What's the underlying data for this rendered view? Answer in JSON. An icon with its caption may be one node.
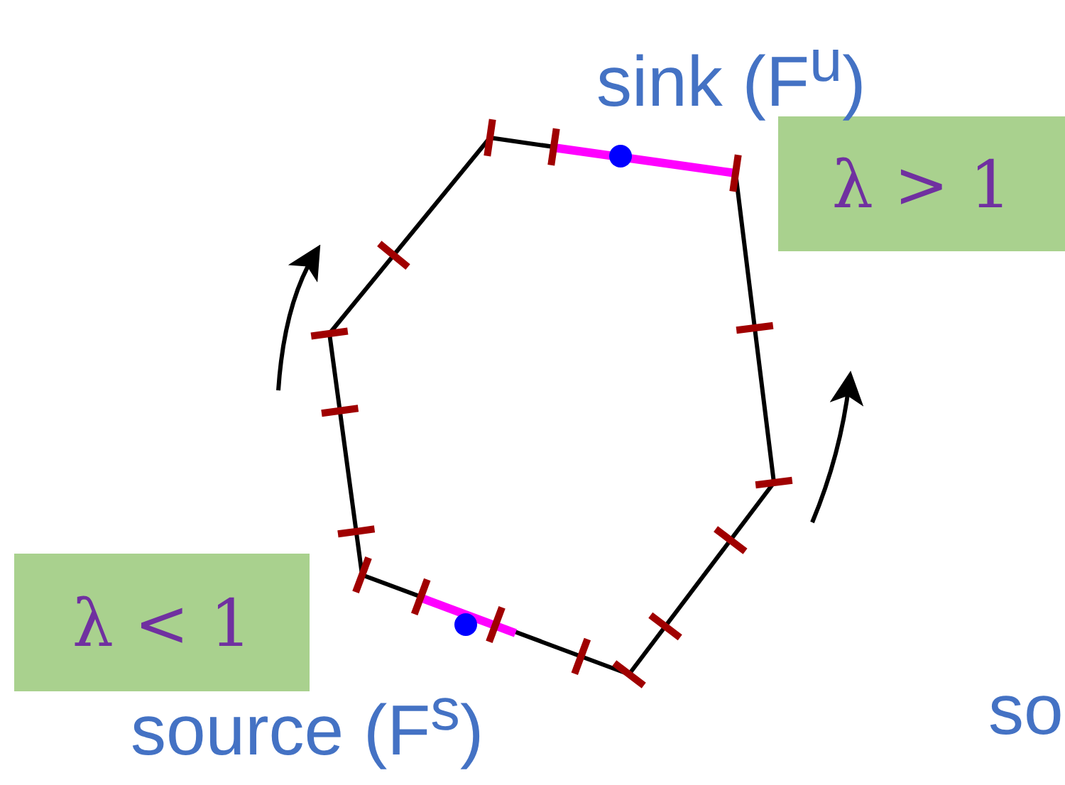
{
  "diagram": {
    "nodes": [
      {
        "text": [
          "λ > 1"
        ]
      },
      {
        "text": [
          "λ < 1"
        ]
      }
    ],
    "edges": [],
    "labels": [
      "sink (F$^{u}$)",
      "source (F$^{s}$)",
      "so"
    ]
  }
}
